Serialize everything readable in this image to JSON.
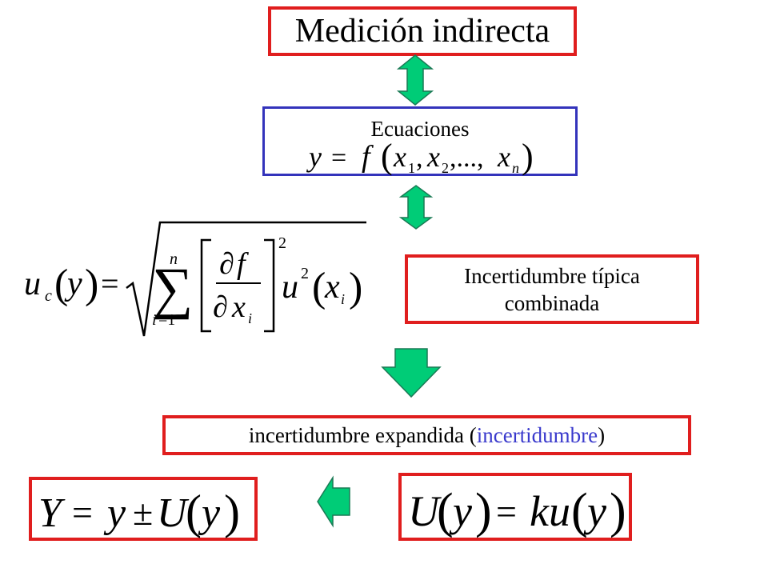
{
  "title": "Medición indirecta",
  "equations_box": {
    "label": "Ecuaciones",
    "formula": "y = f(x1, x2,..., xn)"
  },
  "combined_formula": "u_c(y) = sqrt( sum_{i=1}^{n} [ ∂f/∂x_i ]^2 u^2(x_i) )",
  "combined_box": {
    "line1": "Incertidumbre típica",
    "line2": "combinada"
  },
  "expanded_box": {
    "text_main": "incertidumbre expandida (",
    "text_highlight": "incertidumbre",
    "text_end": ")"
  },
  "final_formula": "Y = y ± U(y)",
  "expanded_formula": "U(y) = ku(y)",
  "colors": {
    "box_border_red": "#e01e1e",
    "box_border_blue": "#3333bb",
    "arrow_fill": "#00cc77",
    "highlight_text": "#3a3acc"
  }
}
